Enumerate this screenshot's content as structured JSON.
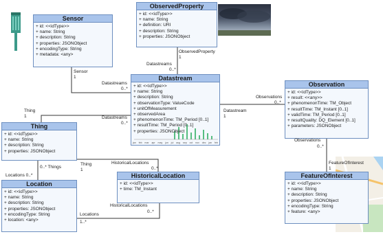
{
  "classes": {
    "sensor": {
      "name": "Sensor",
      "attributes": [
        "id: <<idType>>",
        "name: String",
        "description: String",
        "properties: JSONObject",
        "encodingType: String",
        "metadata: <any>"
      ]
    },
    "observed_property": {
      "name": "ObservedProperty",
      "attributes": [
        "id: <<idType>>",
        "name: String",
        "definition: URI",
        "description: String",
        "properties: JSONObject"
      ]
    },
    "datastream": {
      "name": "Datastream",
      "attributes": [
        "id: <<idType>>",
        "name: String",
        "description: String",
        "observationType: ValueCode",
        "unitOfMeasurement",
        "observedArea",
        "phenomenonTime: TM_Period [0..1]",
        "resultTime: TM_Period [0..1]",
        "properties: JSONObject"
      ]
    },
    "observation": {
      "name": "Observation",
      "attributes": [
        "id: <<idType>>",
        "result: <<any>>",
        "phenomenonTime: TM_Object",
        "resultTime: TM_Instant [0..1]",
        "validTime: TM_Period [0..1]",
        "resultQuality: DQ_Element [0..1]",
        "parameters: JSONObject"
      ]
    },
    "thing": {
      "name": "Thing",
      "attributes": [
        "id: <<idType>>",
        "name: String",
        "description: String",
        "properties: JSONObject"
      ]
    },
    "location": {
      "name": "Location",
      "attributes": [
        "id: <<idType>>",
        "name: String",
        "description: String",
        "properties: JSONObject",
        "encodingType: String",
        "location: <any>"
      ]
    },
    "historical_location": {
      "name": "HistoricalLocation",
      "attributes": [
        "id: <<idType>>",
        "time: TM_Instant"
      ]
    },
    "feature_of_interest": {
      "name": "FeatureOfInterest",
      "attributes": [
        "id: <<idType>>",
        "name: String",
        "description: String",
        "properties: JSONObject",
        "encodingType: String",
        "feature: <any>"
      ]
    }
  },
  "labels": {
    "observed_property_role": "ObservedProperty",
    "observed_property_one": "1",
    "datastreams_top": "Datastreams",
    "datastreams_top_mult": "0..*",
    "sensor_role": "Sensor",
    "sensor_one": "1",
    "datastreams_sensor": "Datastreams",
    "datastreams_sensor_mult": "0..*",
    "thing_role_top": "Thing",
    "thing_one_top": "1",
    "datastreams_thing": "Datastreams",
    "datastreams_thing_mult": "0..*",
    "observations": "Observations",
    "observations_mult": "0..*",
    "datastream_role": "Datastream",
    "datastream_one": "1",
    "things_label": "0..* Things",
    "locations_label": "Locations 0..*",
    "thing_role_hist": "Thing",
    "thing_one_hist": "1",
    "historical_locations_top": "HistoricalLocations",
    "historical_locations_top_mult": "0..*",
    "observations_foi": "Observations",
    "observations_foi_mult": "0..*",
    "foi_role": "FeatureOfInterest",
    "foi_one": "1",
    "historical_locations_bottom": "HistoricalLocations",
    "historical_locations_bottom_mult": "0..*",
    "locations_bottom": "Locations",
    "locations_bottom_mult": "1..*"
  },
  "chart_x_labels": [
    "jan",
    "feb",
    "mar",
    "apr",
    "may",
    "jun",
    "jul",
    "aug",
    "sep",
    "oct",
    "nov",
    "dec",
    "jan",
    "feb"
  ],
  "colors": {
    "box_border": "#6c8ebf",
    "box_header": "#a9c4eb",
    "box_body": "#f4f8fd",
    "chart_bars": "#3bb36b"
  }
}
